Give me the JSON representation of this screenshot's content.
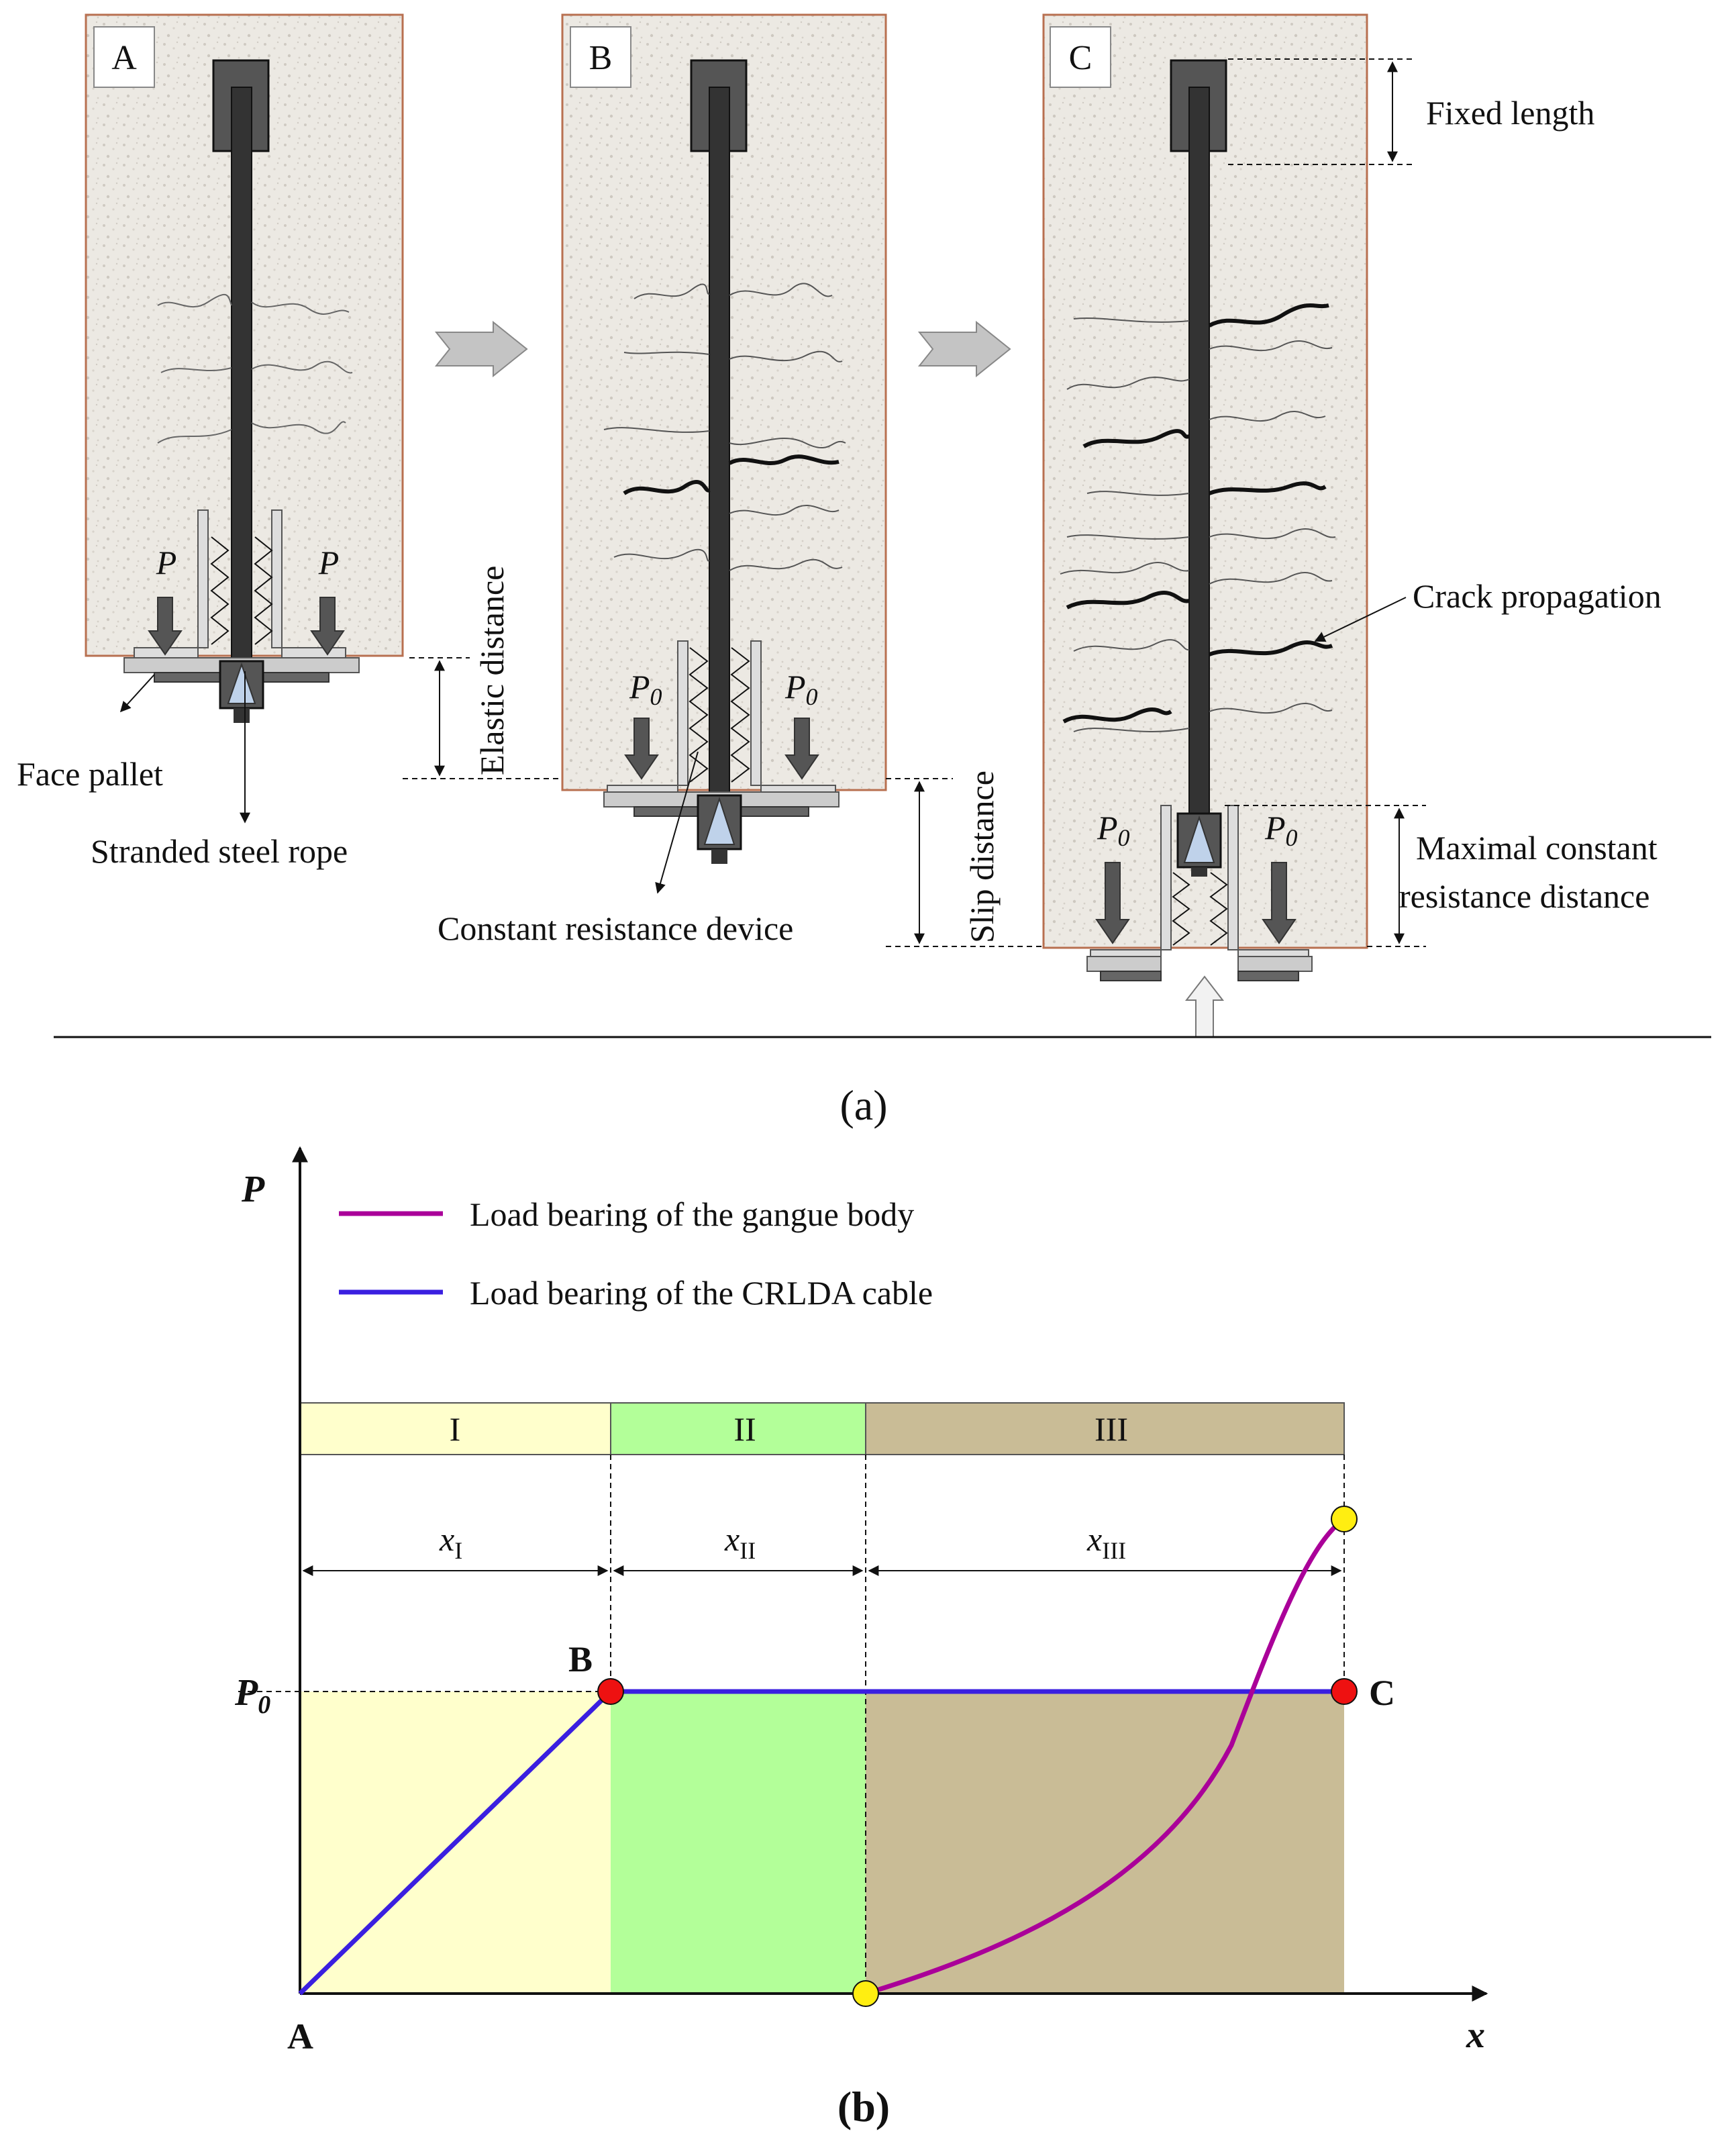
{
  "panel_a": {
    "stage_labels": [
      "A",
      "B",
      "C"
    ],
    "load_label_P": "P",
    "load_label_P0_main": "P",
    "load_label_P0_sub": "0",
    "face_pallet": "Face pallet",
    "stranded_steel_rope": "Stranded steel rope",
    "elastic_distance": "Elastic distance",
    "constant_resistance_device": "Constant resistance device",
    "slip_distance": "Slip distance",
    "fixed_length": "Fixed length",
    "crack_propagation": "Crack propagation",
    "max_constant_line1": "Maximal constant",
    "max_constant_line2": "resistance distance",
    "caption": "(a)"
  },
  "panel_b": {
    "caption": "(b)",
    "y_axis_label": "P",
    "x_axis_label": "x",
    "p0_main": "P",
    "p0_sub": "0",
    "point_labels": {
      "A": "A",
      "B": "B",
      "C": "C"
    },
    "stages": [
      {
        "label": "I",
        "sym": "x",
        "sub": "I",
        "color": "#ffffcc"
      },
      {
        "label": "II",
        "sym": "x",
        "sub": "II",
        "color": "#b3ff99"
      },
      {
        "label": "III",
        "sym": "x",
        "sub": "III",
        "color": "#c9bc96"
      }
    ],
    "legend": [
      {
        "name": "Load bearing of the gangue body",
        "color": "#aa0099"
      },
      {
        "name": "Load bearing of the CRLDA cable",
        "color": "#3a1fe0"
      }
    ]
  },
  "colors": {
    "rock_bg": "#ece9e3",
    "rock_border": "#b87050",
    "anchor": "#333333",
    "point_red": "#ee1111",
    "point_yellow": "#ffee11"
  }
}
